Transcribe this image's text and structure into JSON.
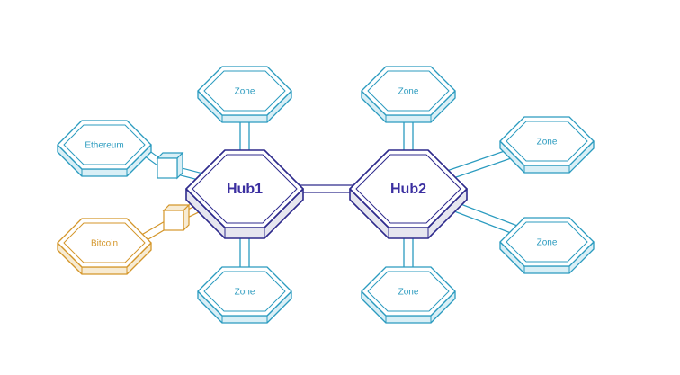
{
  "colors": {
    "zone": "#2b9bbf",
    "zone_fill": "#ffffff",
    "zone_side": "#d9eff6",
    "hub": "#2e2a8c",
    "hub_fill": "#ffffff",
    "hub_side": "#e6e6ef",
    "hub_label": "#3b2fa0",
    "bitcoin": "#d4962a",
    "bitcoin_side": "#f7ebd3",
    "background": "#ffffff"
  },
  "nodes": {
    "hub1": {
      "label": "Hub1",
      "kind": "hub"
    },
    "hub2": {
      "label": "Hub2",
      "kind": "hub"
    },
    "zone_hub1_top": {
      "label": "Zone",
      "kind": "zone"
    },
    "zone_hub1_bottom": {
      "label": "Zone",
      "kind": "zone"
    },
    "zone_hub2_top": {
      "label": "Zone",
      "kind": "zone"
    },
    "zone_hub2_bottom": {
      "label": "Zone",
      "kind": "zone"
    },
    "zone_hub2_upper_right": {
      "label": "Zone",
      "kind": "zone"
    },
    "zone_hub2_lower_right": {
      "label": "Zone",
      "kind": "zone"
    },
    "ethereum": {
      "label": "Ethereum",
      "kind": "zone"
    },
    "bitcoin": {
      "label": "Bitcoin",
      "kind": "bitcoin"
    }
  },
  "connections": [
    {
      "from": "hub1",
      "to": "zone_hub1_top",
      "kind": "zone"
    },
    {
      "from": "hub1",
      "to": "zone_hub1_bottom",
      "kind": "zone"
    },
    {
      "from": "hub1",
      "to": "hub2",
      "kind": "hub"
    },
    {
      "from": "hub2",
      "to": "zone_hub2_top",
      "kind": "zone"
    },
    {
      "from": "hub2",
      "to": "zone_hub2_bottom",
      "kind": "zone"
    },
    {
      "from": "hub2",
      "to": "zone_hub2_upper_right",
      "kind": "zone"
    },
    {
      "from": "hub2",
      "to": "zone_hub2_lower_right",
      "kind": "zone"
    },
    {
      "from": "hub1",
      "to": "ethereum",
      "kind": "zone",
      "peg": true
    },
    {
      "from": "hub1",
      "to": "bitcoin",
      "kind": "bitcoin",
      "peg": true
    }
  ]
}
